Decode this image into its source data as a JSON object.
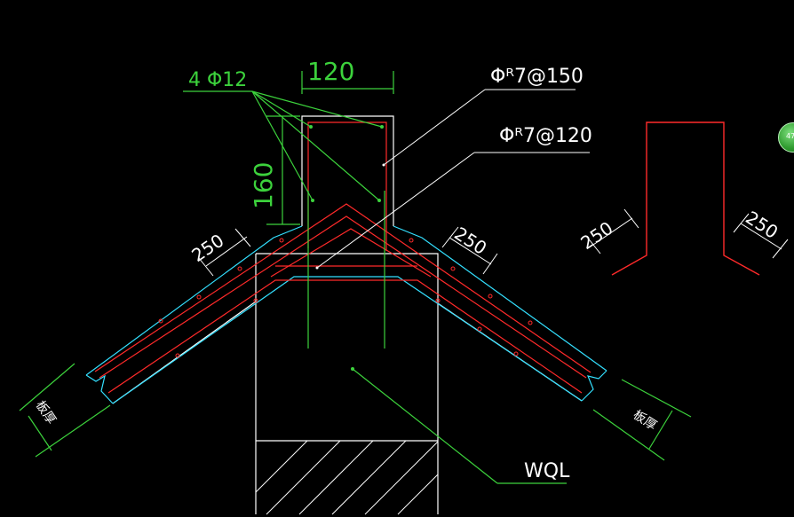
{
  "labels": {
    "rebar_main": "4 Φ12",
    "dim_top": "120",
    "dim_side": "160",
    "stirrup_1": "Φᴿ7@150",
    "stirrup_2": "Φᴿ7@120",
    "dim_left_slope": "250",
    "dim_right_slope": "250",
    "dim_detail_left": "250",
    "dim_detail_right": "250",
    "break_left": "板厚",
    "break_right": "板厚",
    "beam_label": "WQL"
  },
  "badge": {
    "text": "47"
  },
  "colors": {
    "background": "#000000",
    "concrete": "#ffffff",
    "rebar": "#ff2a2a",
    "cyan_edge": "#33e0ff",
    "dimension": "#3cd23c"
  }
}
